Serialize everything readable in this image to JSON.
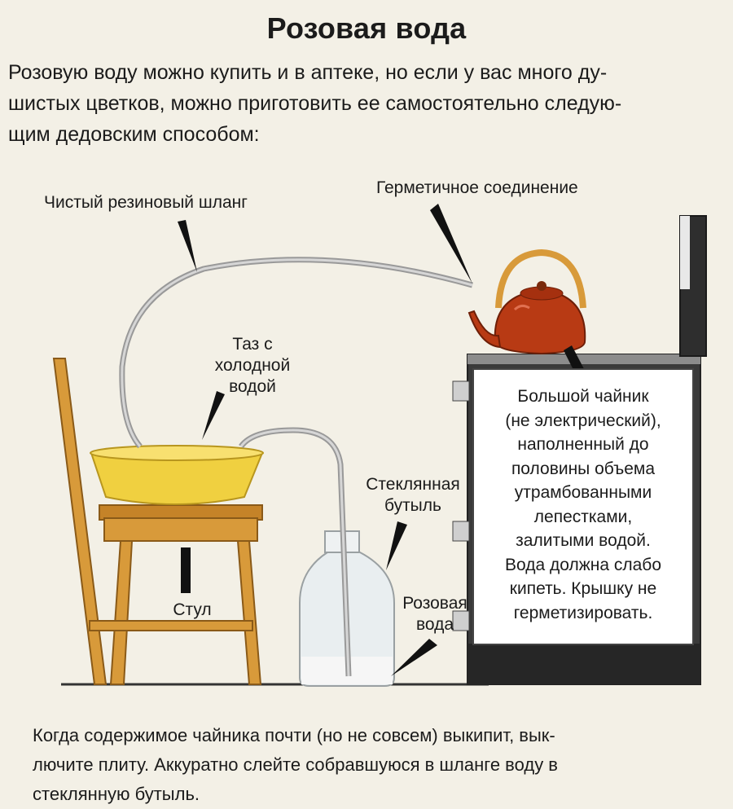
{
  "title": "Розовая вода",
  "intro": [
    "Розовую воду можно купить и в аптеке, но если у вас много ду-",
    "шистых цветков, можно приготовить ее самостоятельно следую-",
    "щим дедовским способом:"
  ],
  "labels": {
    "hose": "Чистый резиновый шланг",
    "seal": "Герметичное соединение",
    "basin": [
      "Таз с",
      "холодной",
      "водой"
    ],
    "bottle": [
      "Стеклянная",
      "бутыль"
    ],
    "chair": "Стул",
    "rose_water": [
      "Розовая",
      "вода"
    ]
  },
  "kettle_box": [
    "Большой чайник",
    "(не электрический),",
    "наполненный до",
    "половины объема",
    "утрамбованными",
    "лепестками,",
    "залитыми водой.",
    "Вода должна слабо",
    "кипеть. Крышку не",
    "герметизировать."
  ],
  "outro": [
    "Когда содержимое чайника почти (но не совсем) выкипит, вык-",
    "лючите плиту. Аккуратно слейте собравшуюся в шланге воду в",
    "стеклянную бутыль."
  ],
  "colors": {
    "background": "#f3f0e6",
    "chair": "#d89a3a",
    "basin": "#f0d040",
    "kettle": "#b83a14",
    "stove": "#2e2e2e",
    "hose": "#b8b8b8"
  }
}
